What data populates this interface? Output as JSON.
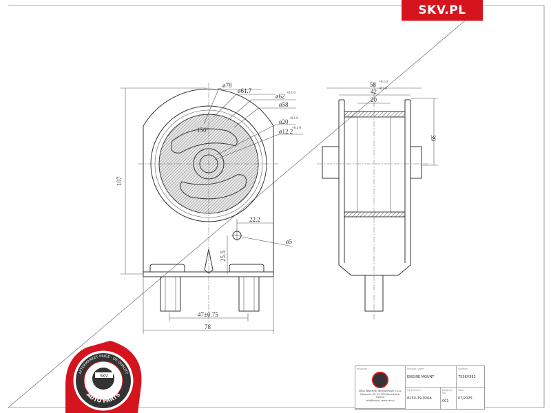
{
  "brand": {
    "logo_text": "SKV.PL",
    "color": "#d6141e"
  },
  "badge": {
    "ring_text": "AFTERMARKET PRICE · OE QUALITY",
    "center_text": "SKV",
    "bottom_text": "AUTO PARTS"
  },
  "front_view": {
    "dims": {
      "d78": "ø78",
      "d61_7": "ø61.7",
      "d62": "ø62",
      "d62_tol": "+0.1 0",
      "d58": "ø58",
      "d20": "ø20",
      "d20_tol": "+0.1 0",
      "d12_2": "ø12.2",
      "d12_2_tol": "+0.1 0",
      "angle": "150°",
      "height": "107",
      "offset_x": "22.2",
      "hole": "ø5",
      "offset_y": "25.5",
      "bolt_spacing": "47±0.75",
      "width": "78"
    }
  },
  "side_view": {
    "dims": {
      "w58": "58",
      "w58_tol": "+0.1 0",
      "w42": "42",
      "w42_tol": "+0.1 0",
      "w20": "20",
      "h39": "39"
    }
  },
  "title_block": {
    "importer_label": "Importer",
    "importer_lines": [
      "ESKA Wojnarski Wieloszewski S.K.A.",
      "Papiernia 65, 67-300 Wrocławek, Poland",
      "info@skv.pl, www.skv.pl"
    ],
    "product_label": "Product name",
    "product": "ENGINE MOUNT",
    "number_label": "Number",
    "number": "75SKV382",
    "oe_label": "OE Number",
    "oe": "8250-39-020A",
    "diagram_label": "Diagram No",
    "diagram": "001",
    "date_label": "Date",
    "date": "07/2025"
  }
}
